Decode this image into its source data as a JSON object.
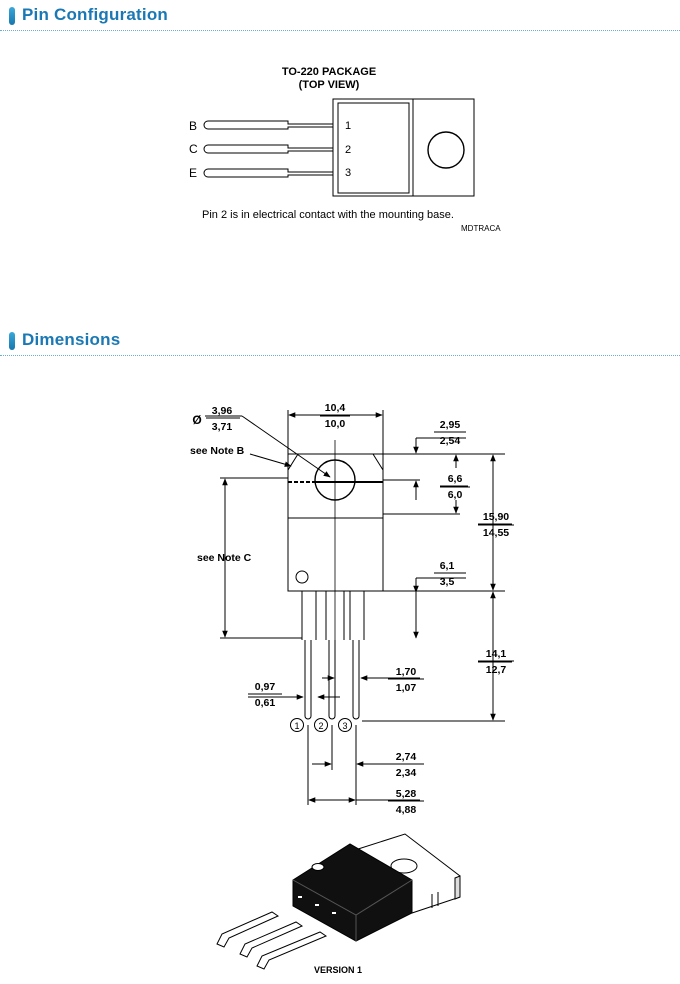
{
  "sections": {
    "pin_config": {
      "title": "Pin Configuration"
    },
    "dimensions": {
      "title": "Dimensions"
    }
  },
  "pin_diagram": {
    "package_title_line1": "TO-220 PACKAGE",
    "package_title_line2": "(TOP VIEW)",
    "pins": [
      {
        "letter": "B",
        "number": "1"
      },
      {
        "letter": "C",
        "number": "2"
      },
      {
        "letter": "E",
        "number": "3"
      }
    ],
    "note": "Pin 2 is in electrical contact with the mounting base.",
    "code": "MDTRACA"
  },
  "dimension_drawing": {
    "diameter_symbol": "Ø",
    "hole_dia_max": "3,96",
    "hole_dia_min": "3,71",
    "width_max": "10,4",
    "width_min": "10,0",
    "tab_thick_max": "2,95",
    "tab_thick_min": "2,54",
    "hole_pos_max": "6,6",
    "hole_pos_min": "6,0",
    "height_max": "15,90",
    "height_min": "14,55",
    "body_len_max": "6,1",
    "body_len_min": "3,5",
    "lead_len_max": "14,1",
    "lead_len_min": "12,7",
    "lead_w_max": "1,70",
    "lead_w_min": "1,07",
    "lead_thick_max": "0,97",
    "lead_thick_min": "0,61",
    "pitch_max": "2,74",
    "pitch_min": "2,34",
    "span_max": "5,28",
    "span_min": "4,88",
    "note_b": "see Note B",
    "note_c": "see Note C",
    "pin_labels": [
      "1",
      "2",
      "3"
    ],
    "version": "VERSION 1"
  }
}
